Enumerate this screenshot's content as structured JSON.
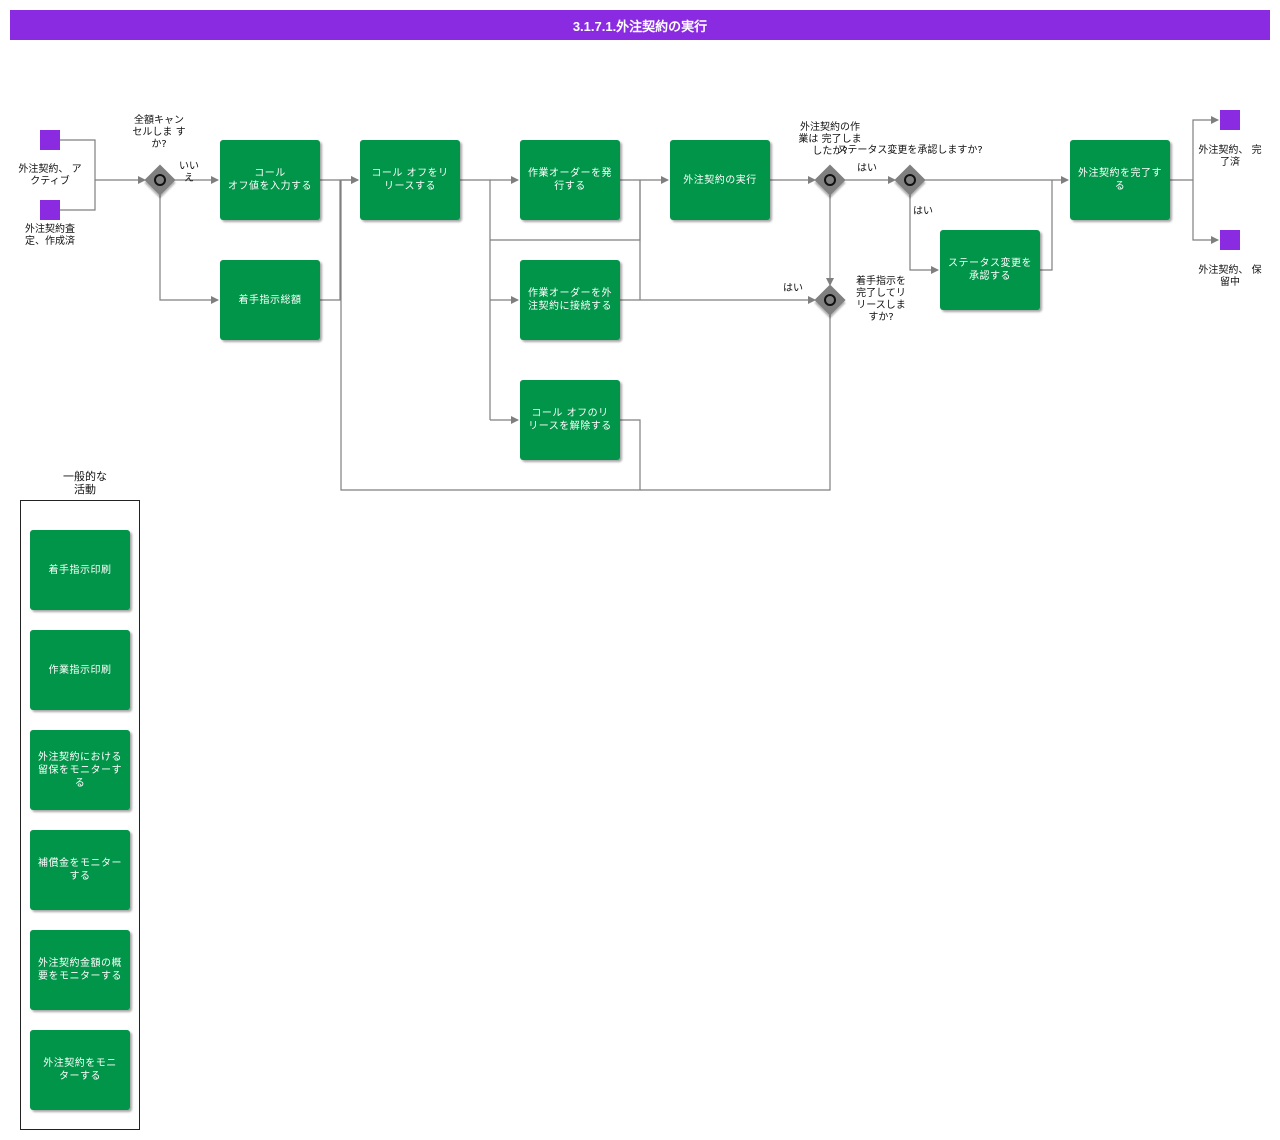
{
  "title": "3.1.7.1.外注契約の実行",
  "events": {
    "start_active": "外注契約、 ア\nクティブ",
    "start_assessed": "外注契約査\n定、作成済",
    "end_completed": "外注契約、 完\n了済",
    "end_hold": "外注契約、 保\n留中"
  },
  "gateways": {
    "g1_question": "全額キャン\nセルしま す\nか?",
    "g1_no": "いい\nえ",
    "g2_question": "外注契約の作\n業は 完了しま\nしたか?",
    "g2_yes": "はい",
    "g3_question": "ステータス変更を承認しますか?",
    "g3_yes": "はい",
    "g4_question": "着手指示を\n完了してリ\nリースしま\nすか?",
    "g4_yes": "はい"
  },
  "tasks": {
    "enter_calloff": "コール\nオフ値を入力する",
    "release_calloff": "コール オフをリ\nリースする",
    "issue_work_order": "作業オーダーを発\n行する",
    "execute_contract": "外注契約の実行",
    "complete_contract": "外注契約を完了す\nる",
    "start_total": "着手指示総額",
    "connect_work_order": "作業オーダーを外\n注契約に接続する",
    "approve_status": "ステータス変更を\n承認する",
    "unrelease_calloff": "コール オフのリ\nリースを解除する"
  },
  "general": {
    "header": "一般的な\n活動",
    "items": [
      "着手指示印刷",
      "作業指示印刷",
      "外注契約における\n留保をモニターす\nる",
      "補償金をモニター\nする",
      "外注契約金額の概\n要をモニターする",
      "外注契約をモニ\nターする"
    ]
  },
  "colors": {
    "header": "#8a2be2",
    "task": "#009548",
    "event": "#8a2be2",
    "gateway": "#808080",
    "connector": "#7f7f7f"
  }
}
